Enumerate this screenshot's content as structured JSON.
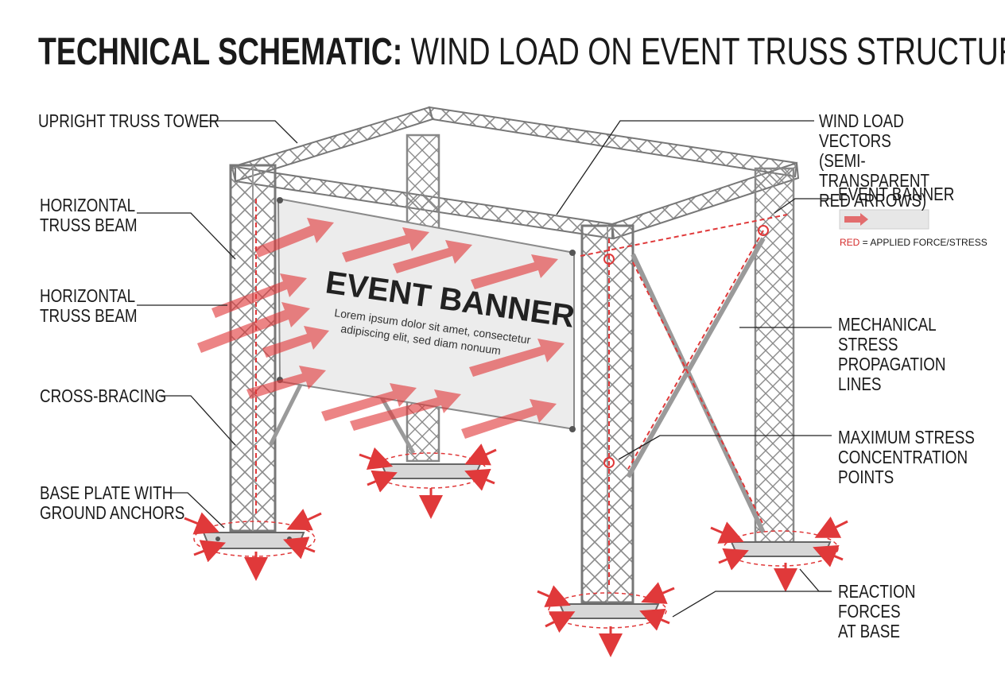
{
  "title": {
    "bold": "TECHNICAL SCHEMATIC:",
    "light": " WIND LOAD ON EVENT TRUSS STRUCTURE"
  },
  "labels_left": {
    "upright_truss_tower": "UPRIGHT TRUSS TOWER",
    "horizontal_beam_1": "HORIZONTAL\nTRUSS BEAM",
    "horizontal_beam_2": "HORIZONTAL\nTRUSS BEAM",
    "cross_bracing": "CROSS-BRACING",
    "base_plate": "BASE PLATE WITH\nGROUND ANCHORS"
  },
  "labels_right": {
    "wind_load_vectors": "WIND LOAD VECTORS\n(SEMI-TRANSPARENT\nRED ARROWS)",
    "event_banner": "EVENT BANNER",
    "mechanical_stress": "MECHANICAL STRESS\nPROPAGATION\nLINES",
    "max_stress": "MAXIMUM STRESS\nCONCENTRATION\nPOINTS",
    "reaction_forces": "REACTION FORCES\nAT BASE"
  },
  "legend": {
    "red_word": "RED",
    "rest": " = APPLIED FORCE/STRESS"
  },
  "banner": {
    "heading": "EVENT BANNER",
    "body_line1": "Lorem ipsum dolor sit amet, consectetur",
    "body_line2": "adipiscing elit, sed diam nonuum"
  },
  "colors": {
    "force_red": "#e0393a",
    "steel": "#9a9a9a",
    "banner": "#ececec",
    "ink": "#1a1a1a"
  }
}
